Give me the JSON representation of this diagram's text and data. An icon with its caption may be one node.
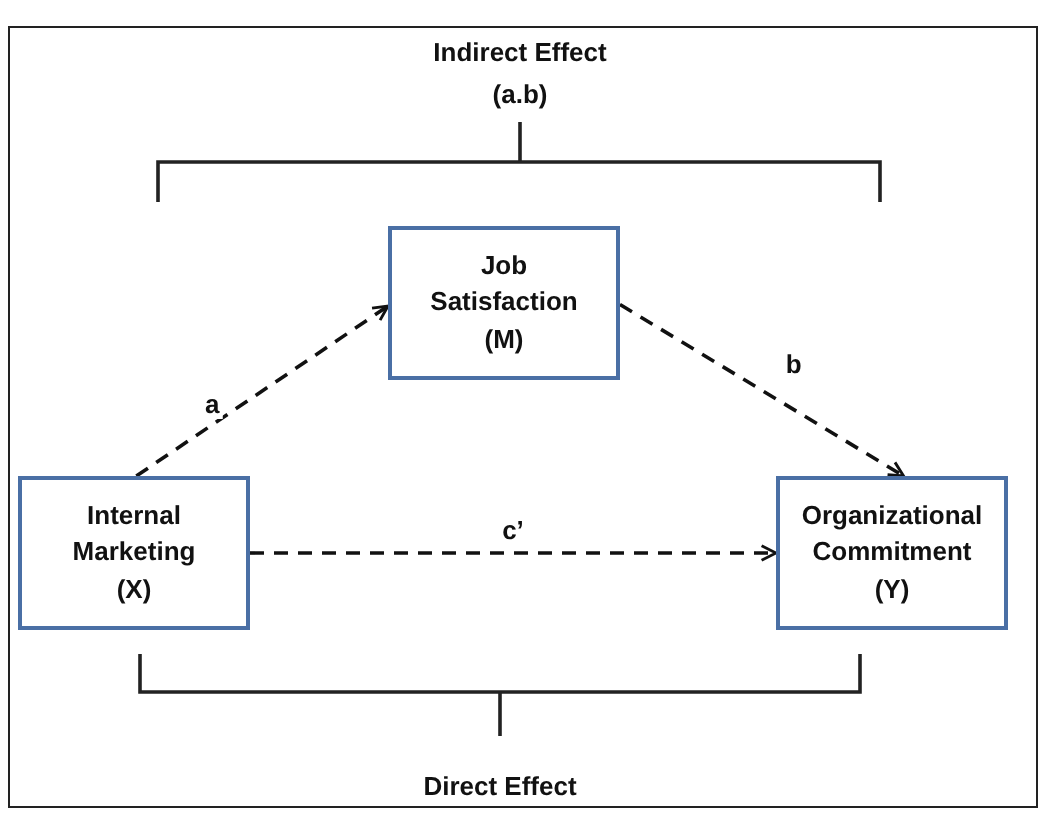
{
  "diagram": {
    "nodes": [
      {
        "text": [
          "Job Satisfaction (M)"
        ]
      },
      {
        "text": [
          "Internal Marketing (X)"
        ]
      },
      {
        "text": [
          "Organizational Commitment (Y)"
        ]
      }
    ],
    "edges": [
      {
        "from": 1,
        "to": 0,
        "arrow": "to",
        "label": "a",
        "style": "dashed"
      },
      {
        "from": 0,
        "to": 2,
        "arrow": "to",
        "label": "b",
        "style": "dashed"
      },
      {
        "from": 1,
        "to": 2,
        "arrow": "to",
        "label": "c’",
        "style": "dashed"
      }
    ],
    "labels": [
      "Indirect Effect",
      "(a.b)",
      "Direct Effect"
    ]
  }
}
